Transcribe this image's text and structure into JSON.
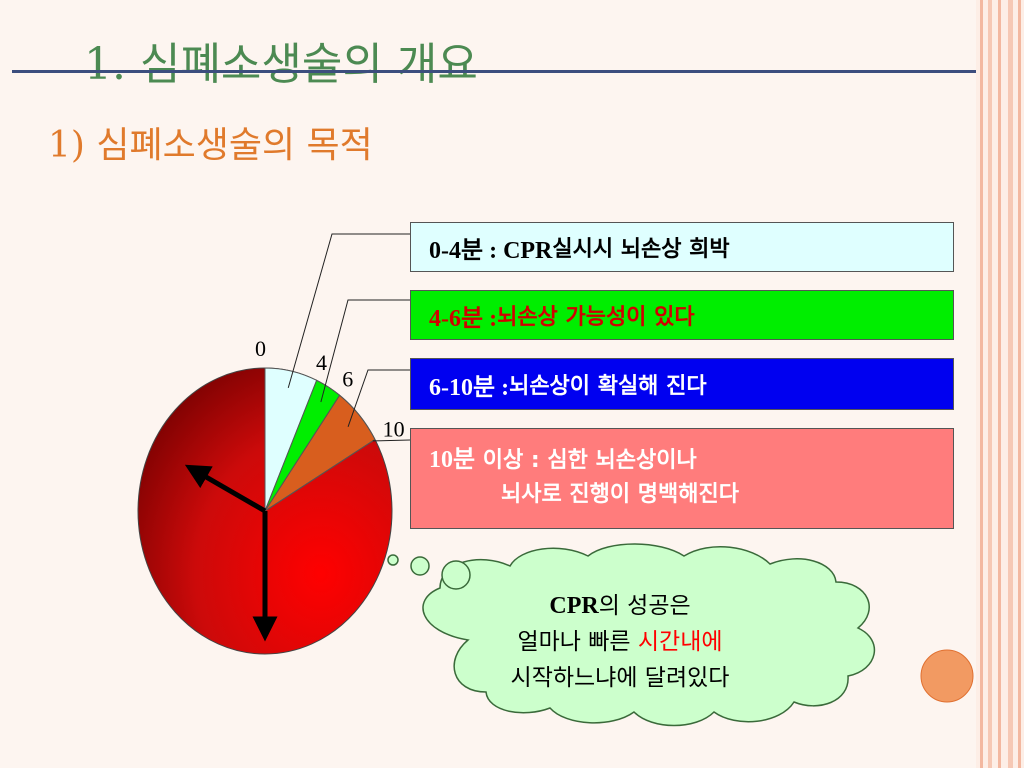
{
  "slide": {
    "title": "1. 심폐소생술의 개요",
    "subtitle": "1) 심폐소생술의 목적"
  },
  "colors": {
    "title": "#4c8a52",
    "title_rule": "#3c4e7e",
    "subtitle": "#e07a2c",
    "cloud_fill": "#ccffcc",
    "orange_circle": "#f29a62"
  },
  "chart_data": {
    "type": "pie",
    "unit": "분",
    "start_angle_deg": 0,
    "direction": "clockwise",
    "total": 60,
    "boundary_labels": [
      "0",
      "4",
      "6",
      "10"
    ],
    "slices": [
      {
        "from": 0,
        "to": 4,
        "value": 4,
        "color": "#dfffff"
      },
      {
        "from": 4,
        "to": 6,
        "value": 2,
        "color": "#00ee00"
      },
      {
        "from": 6,
        "to": 10,
        "value": 4,
        "color": "#d85e1e"
      },
      {
        "from": 10,
        "to": 60,
        "value": 50,
        "color": "#d81010"
      }
    ],
    "clock_hands": [
      {
        "name": "hour-hand",
        "value": 50,
        "color": "#000000"
      },
      {
        "name": "minute-hand",
        "value": 30,
        "color": "#000000"
      }
    ]
  },
  "legend": [
    {
      "strong": "0-4분 : CPR",
      "rest": " 실시시 뇌손상 희박"
    },
    {
      "strong": "4-6분 :",
      "rest": " 뇌손상 가능성이 있다"
    },
    {
      "strong": "6-10분 :",
      "rest": " 뇌손상이 확실해 진다"
    },
    {
      "strong": "10분",
      "rest": " 이상 : 심한 뇌손상이나",
      "line2": "뇌사로 진행이 명백해진다"
    }
  ],
  "cloud": {
    "l1_strong": "CPR",
    "l1_rest": "의 성공은",
    "l2_pre": "얼마나 빠른 ",
    "l2_highlight": "시간내에",
    "l3": "시작하느냐에 달려있다"
  }
}
